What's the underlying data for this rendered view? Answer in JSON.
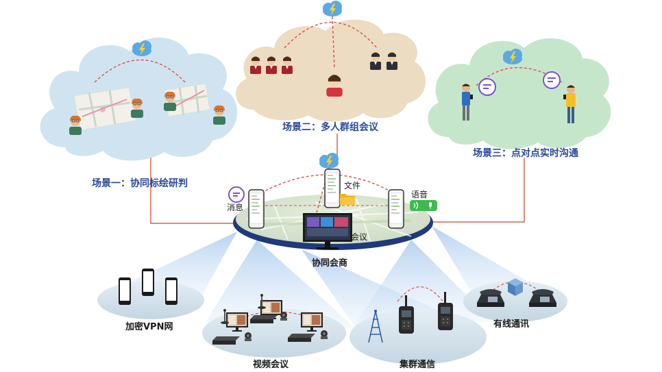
{
  "scenarios": [
    {
      "title": "场景一：协同标绘研判"
    },
    {
      "title": "场景二：多人群组会议"
    },
    {
      "title": "场景三：点对点实时沟通"
    }
  ],
  "center": {
    "title": "协同会商",
    "items": [
      {
        "label": "消息"
      },
      {
        "label": "文件"
      },
      {
        "label": "语音"
      },
      {
        "label": "会议"
      }
    ]
  },
  "networks": [
    {
      "label": "加密VPN网"
    },
    {
      "label": "视频会议"
    },
    {
      "label": "集群通信"
    },
    {
      "label": "有线通讯"
    }
  ],
  "colors": {
    "cloud_blue": "#cfe4f0",
    "cloud_tan": "#ecdcc2",
    "cloud_green": "#c6e6cc",
    "platform_rim": "#1f3a7a",
    "link_red": "#e14b4b",
    "connector_red": "#e0604f",
    "label_blue": "#2a4a9a",
    "lightning_cloud": "#5aa9e6"
  },
  "icons": [
    "lightning-cloud-icon",
    "person-icon",
    "map-icon",
    "phone-icon",
    "chat-bubble-icon",
    "folder-icon",
    "voice-icon",
    "monitor-icon",
    "radio-icon",
    "antenna-icon",
    "desk-phone-icon",
    "server-box-icon",
    "camera-icon"
  ]
}
